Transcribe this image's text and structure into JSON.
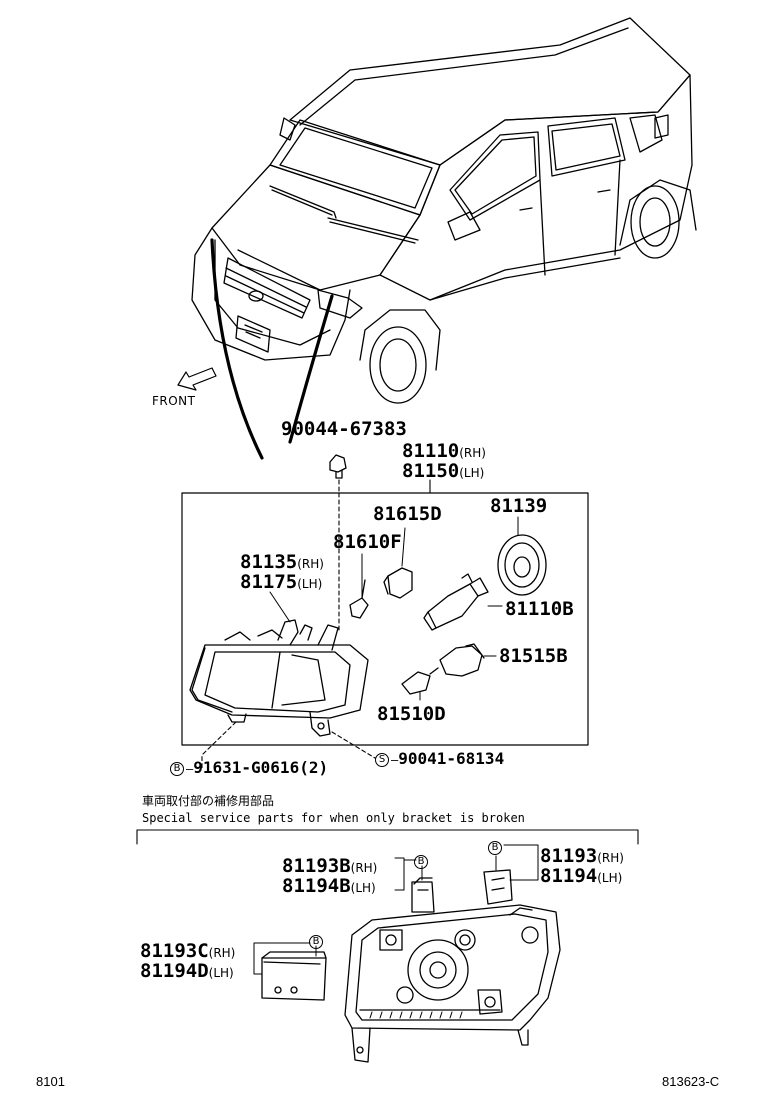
{
  "labels": {
    "front": "FRONT",
    "pn_90044": "90044-67383",
    "pn_81110": "81110",
    "pn_81110_sfx": "(RH)",
    "pn_81150": "81150",
    "pn_81150_sfx": "(LH)",
    "pn_81615d": "81615D",
    "pn_81139": "81139",
    "pn_81135": "81135",
    "pn_81135_sfx": "(RH)",
    "pn_81610f": "81610F",
    "pn_81175": "81175",
    "pn_81175_sfx": "(LH)",
    "pn_81110b": "81110B",
    "pn_81515b": "81515B",
    "pn_81510d": "81510D",
    "marker_b": "B",
    "marker_s": "S",
    "pn_91631": "91631-G0616(2)",
    "pn_90041": "90041-68134",
    "note_jp": "車両取付部の補修用部品",
    "note_en": "Special service parts for when only bracket is broken",
    "pn_81193b": "81193B",
    "pn_81193b_sfx": "(RH)",
    "pn_81194b": "81194B",
    "pn_81194b_sfx": "(LH)",
    "pn_81193": "81193",
    "pn_81193_sfx": "(RH)",
    "pn_81194": "81194",
    "pn_81194_sfx": "(LH)",
    "pn_81193c": "81193C",
    "pn_81193c_sfx": "(RH)",
    "pn_81194d": "81194D",
    "pn_81194d_sfx": "(LH)",
    "footer_left": "8101",
    "footer_right": "813623-C"
  },
  "colors": {
    "line": "#000000",
    "background": "#ffffff"
  }
}
